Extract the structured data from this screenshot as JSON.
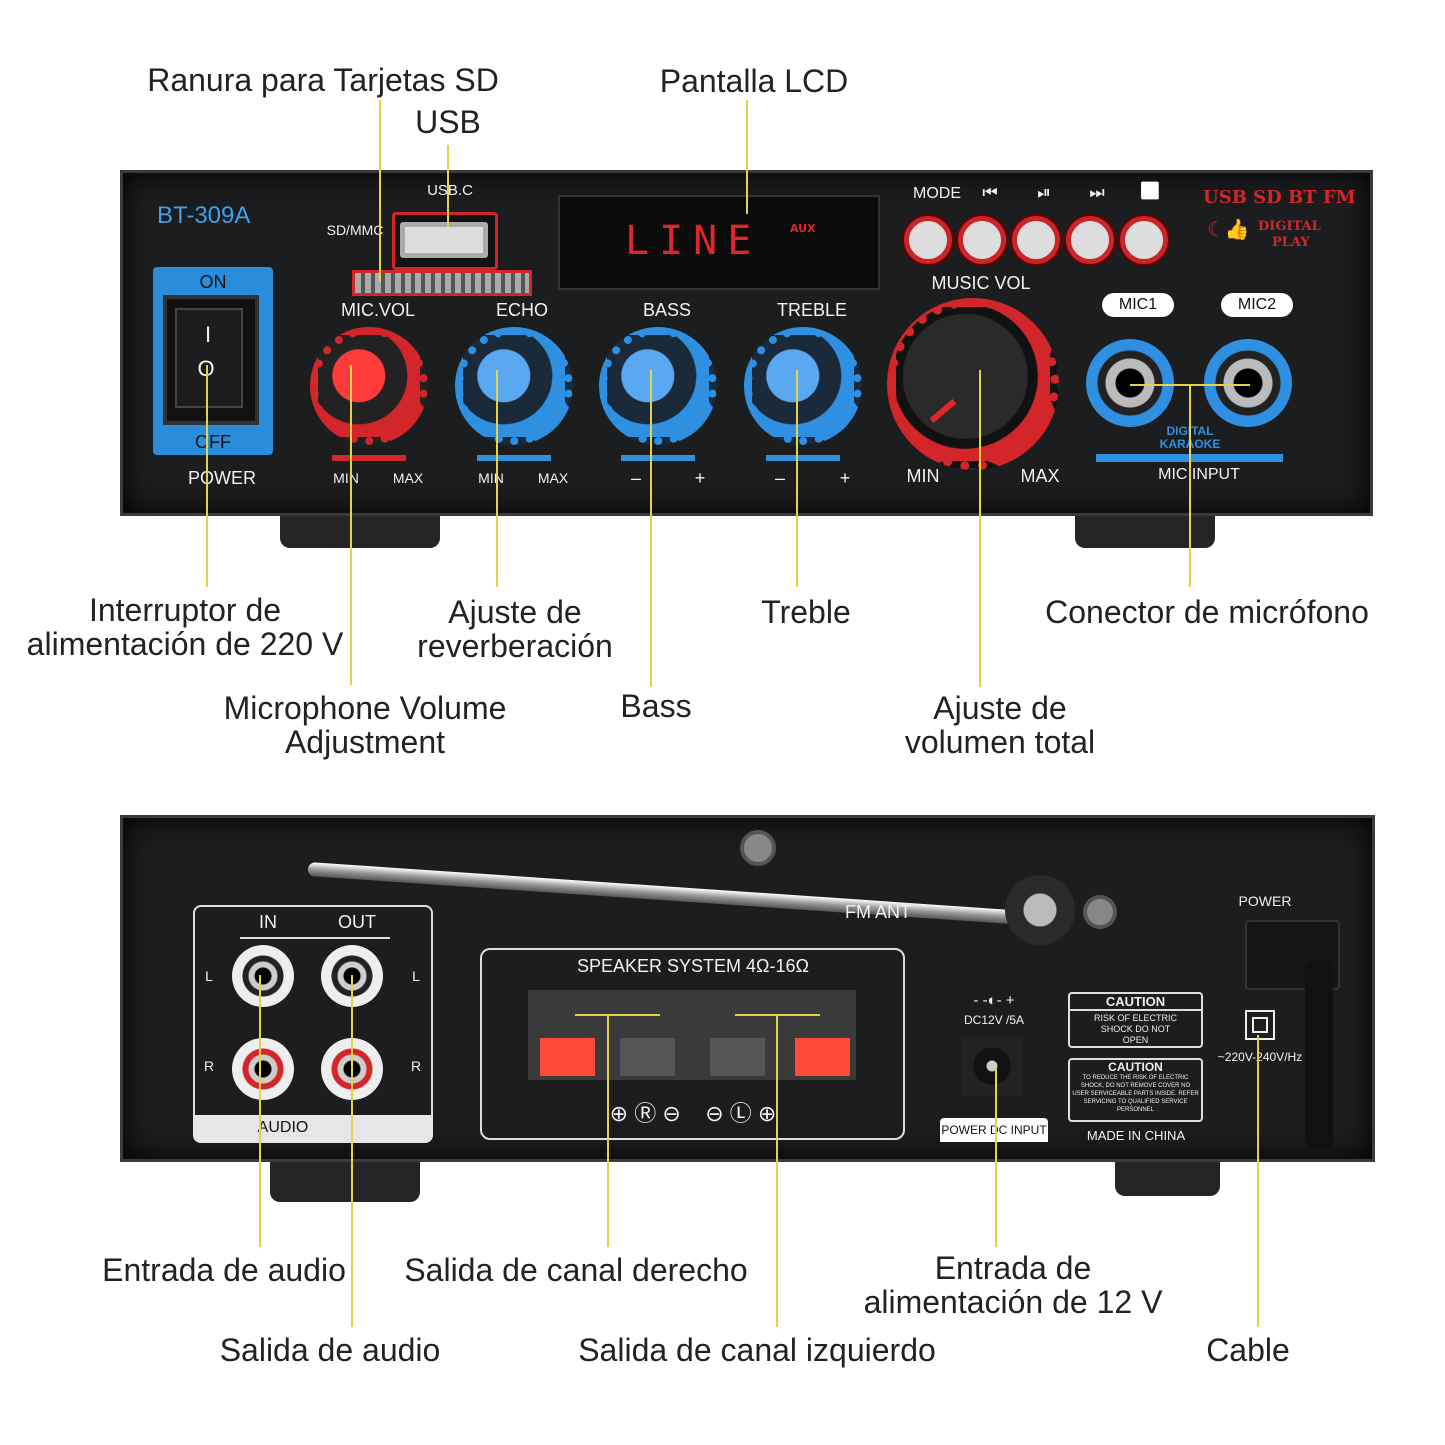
{
  "callouts_front": {
    "sd_slot": "Ranura para Tarjetas SD",
    "usb": "USB",
    "lcd": "Pantalla LCD",
    "power_switch": [
      "Interruptor de",
      "alimentación de 220 V"
    ],
    "echo": [
      "Ajuste de",
      "reverberación"
    ],
    "treble": "Treble",
    "mic_connector": "Conector de micrófono",
    "mic_volume": [
      "Microphone Volume",
      "Adjustment"
    ],
    "bass": "Bass",
    "master_volume": [
      "Ajuste de",
      "volumen total"
    ]
  },
  "callouts_back": {
    "audio_in": "Entrada de audio",
    "right_out": "Salida de canal derecho",
    "dc_in": [
      "Entrada de",
      "alimentación de 12 V"
    ],
    "audio_out": "Salida de audio",
    "left_out": "Salida de canal izquierdo",
    "cable": "Cable"
  },
  "front_panel": {
    "model": "BT-309A",
    "usb_label": "USB.C",
    "sd_label": "SD/MMC",
    "lcd_text": "LINE",
    "lcd_sub": "AUX",
    "buttons": [
      "MODE",
      "⏮",
      "⏯",
      "⏭",
      "🔁"
    ],
    "brand_line1": "USB SD BT FM",
    "brand_line2": "DIGITAL",
    "brand_line3": "PLAY",
    "switch_on": "ON",
    "switch_off": "OFF",
    "switch_i": "I",
    "switch_o": "O",
    "power": "POWER",
    "knobs": [
      {
        "name": "MIC.VOL",
        "min": "MIN",
        "max": "MAX"
      },
      {
        "name": "ECHO",
        "min": "MIN",
        "max": "MAX"
      },
      {
        "name": "BASS",
        "min": "–",
        "max": "+"
      },
      {
        "name": "TREBLE",
        "min": "–",
        "max": "+"
      },
      {
        "name": "MUSIC VOL",
        "min": "MIN",
        "max": "MAX"
      }
    ],
    "mic1": "MIC1",
    "mic2": "MIC2",
    "karaoke1": "DIGITAL",
    "karaoke2": "KARAOKE",
    "mic_input": "MIC INPUT"
  },
  "back_panel": {
    "in": "IN",
    "out": "OUT",
    "l": "L",
    "r": "R",
    "audio": "AUDIO",
    "fm_ant": "FM ANT",
    "speaker_title": "SPEAKER SYSTEM 4Ω-16Ω",
    "dc_symbol": "- -◐- +",
    "dc_rating": "DC12V /5A",
    "dc_input": "POWER DC INPUT",
    "caution1_title": "CAUTION",
    "caution1_body": "RISK OF ELECTRIC SHOCK DO NOT OPEN",
    "caution2_title": "CAUTION",
    "caution2_body": "TO REDUCE THE RISK OF ELECTRIC SHOCK, DO NOT REMOVE COVER NO USER SERVICEABLE PARTS INSIDE. REFER SERVICING TO QUALIFIED SERVICE PERSONNEL",
    "made_in": "MADE IN CHINA",
    "power": "POWER",
    "voltage": "~220V-240V/Hz"
  },
  "colors": {
    "leader": "#e3d34a",
    "accent_blue": "#2f8fe0",
    "accent_red": "#d3262b"
  }
}
